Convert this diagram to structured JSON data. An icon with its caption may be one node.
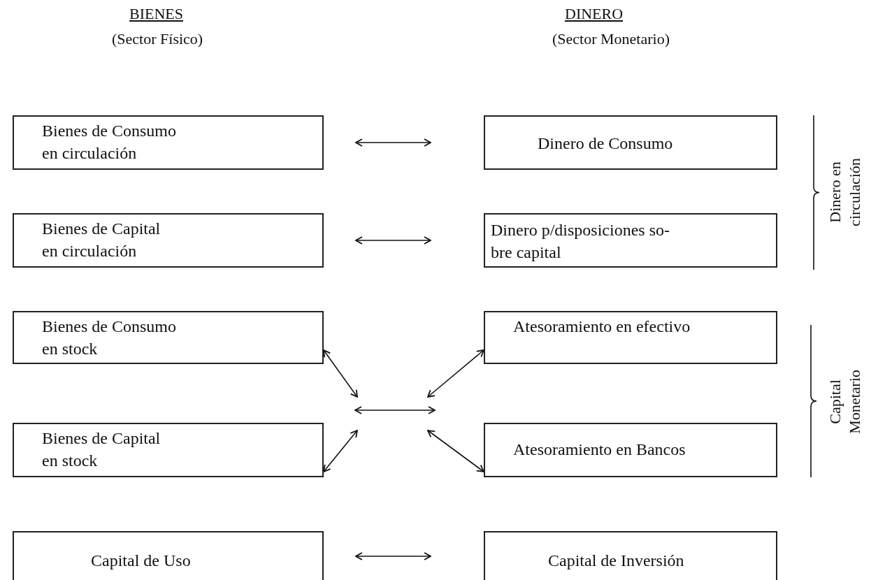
{
  "diagram": {
    "nodes": [
      {
        "text": [
          "Bienes de Consumo en circulación"
        ]
      },
      {
        "text": [
          "Dinero de Consumo"
        ]
      },
      {
        "text": [
          "Bienes de Capital en circulación"
        ]
      },
      {
        "text": [
          "Dinero p/disposiciones so- bre capital"
        ]
      },
      {
        "text": [
          "Bienes de Consumo en stock"
        ]
      },
      {
        "text": [
          "Atesoramiento en efectivo"
        ]
      },
      {
        "text": [
          "Bienes de Capital en stock"
        ]
      },
      {
        "text": [
          "Atesoramiento en Bancos"
        ]
      },
      {
        "text": [
          "Capital de Uso"
        ]
      },
      {
        "text": [
          "Capital de Inversión"
        ]
      }
    ],
    "edges": [
      {
        "from": 0,
        "to": 1,
        "arrow": "both"
      },
      {
        "from": 2,
        "to": 3,
        "arrow": "both"
      },
      {
        "from": 4,
        "to": null,
        "arrow": "both"
      },
      {
        "from": 5,
        "to": null,
        "arrow": "both"
      },
      {
        "from": 6,
        "to": null,
        "arrow": "both"
      },
      {
        "from": 7,
        "to": null,
        "arrow": "both"
      },
      {
        "from": 8,
        "to": 9,
        "arrow": "both"
      }
    ],
    "labels": [
      "BIENES",
      "DINERO",
      "(Sector Físico)",
      "(Sector Monetario)",
      "Dinero en circulación",
      "Capital Monetario"
    ]
  }
}
